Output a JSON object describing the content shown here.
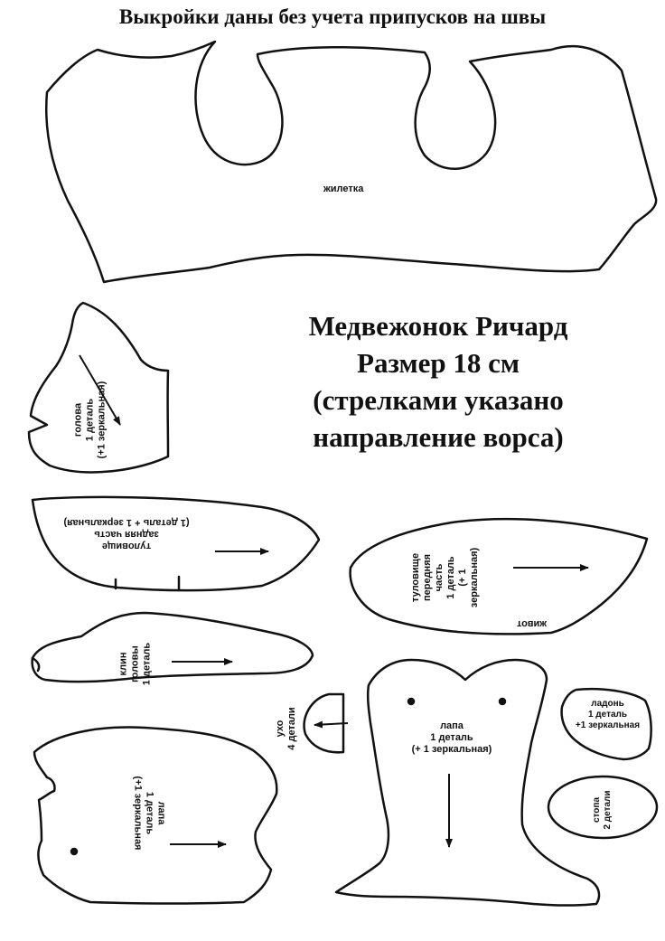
{
  "header": {
    "text": "Выкройки даны без учета припусков на швы"
  },
  "title": {
    "line1": "Медвежонок Ричард",
    "line2": "Размер 18 см",
    "line3": "(стрелками указано",
    "line4": "направление ворса)"
  },
  "pieces": {
    "vest": {
      "name": "жилетка"
    },
    "head": {
      "l1": "голова",
      "l2": "1 деталь",
      "l3": "(+1 зеркальная)"
    },
    "back_torso": {
      "l1": "туловище",
      "l2": "задняя часть",
      "l3": "(1 деталь + 1 зеркальная)"
    },
    "front_torso": {
      "l1": "туловище",
      "l2": "передняя",
      "l3": "часть",
      "l4": "1 деталь",
      "l5": "(+ 1",
      "l6": "зеркальная)",
      "belly": "живот"
    },
    "head_gusset": {
      "l1": "клин",
      "l2": "головы",
      "l3": "1 деталь"
    },
    "ear": {
      "l1": "ухо",
      "l2": "4 детали"
    },
    "arm": {
      "l1": "лапа",
      "l2": "1 деталь",
      "l3": "(+1 зеркальная"
    },
    "leg": {
      "l1": "лапа",
      "l2": "1 деталь",
      "l3": "(+ 1 зеркальная)"
    },
    "palm": {
      "l1": "ладонь",
      "l2": "1 деталь",
      "l3": "+1 зеркальная"
    },
    "sole": {
      "l1": "стопа",
      "l2": "2 детали"
    }
  }
}
